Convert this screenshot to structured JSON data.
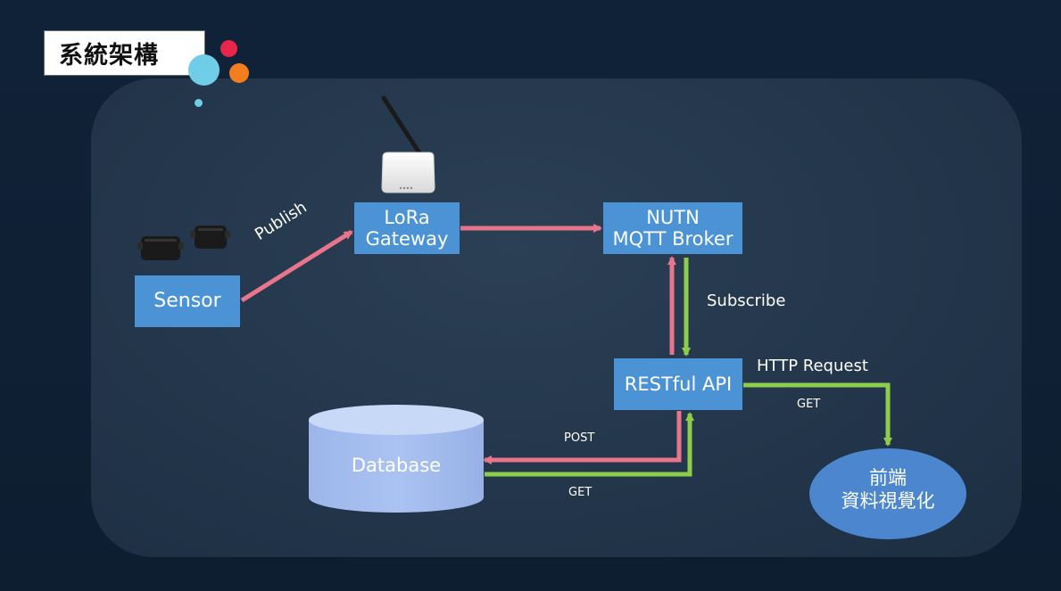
{
  "slide": {
    "title": "系統架構"
  },
  "nodes": {
    "sensor": "Sensor",
    "gateway": [
      "LoRa",
      "Gateway"
    ],
    "broker": [
      "NUTN",
      "MQTT Broker"
    ],
    "api": "RESTful API",
    "database": "Database",
    "frontend": [
      "前端",
      "資料視覺化"
    ]
  },
  "edges": {
    "publish": "Publish",
    "subscribe": "Subscribe",
    "http_request": "HTTP Request",
    "get_frontend": "GET",
    "post_db": "POST",
    "get_db": "GET"
  },
  "colors": {
    "background": "#0f2133",
    "panel": "#23364b",
    "node_fill": "#4b93d5",
    "database_fill": "#a7bfef",
    "frontend_fill": "#4b86cf",
    "arrow_pink": "#e8758b",
    "arrow_green": "#8ccd4a",
    "dot_red": "#e8254a",
    "dot_cyan": "#6fcde8",
    "dot_orange": "#f47d1e"
  },
  "icons": {
    "sensor_devices": "black-sensor-device-icon",
    "gateway_device": "router-with-antenna-icon"
  }
}
